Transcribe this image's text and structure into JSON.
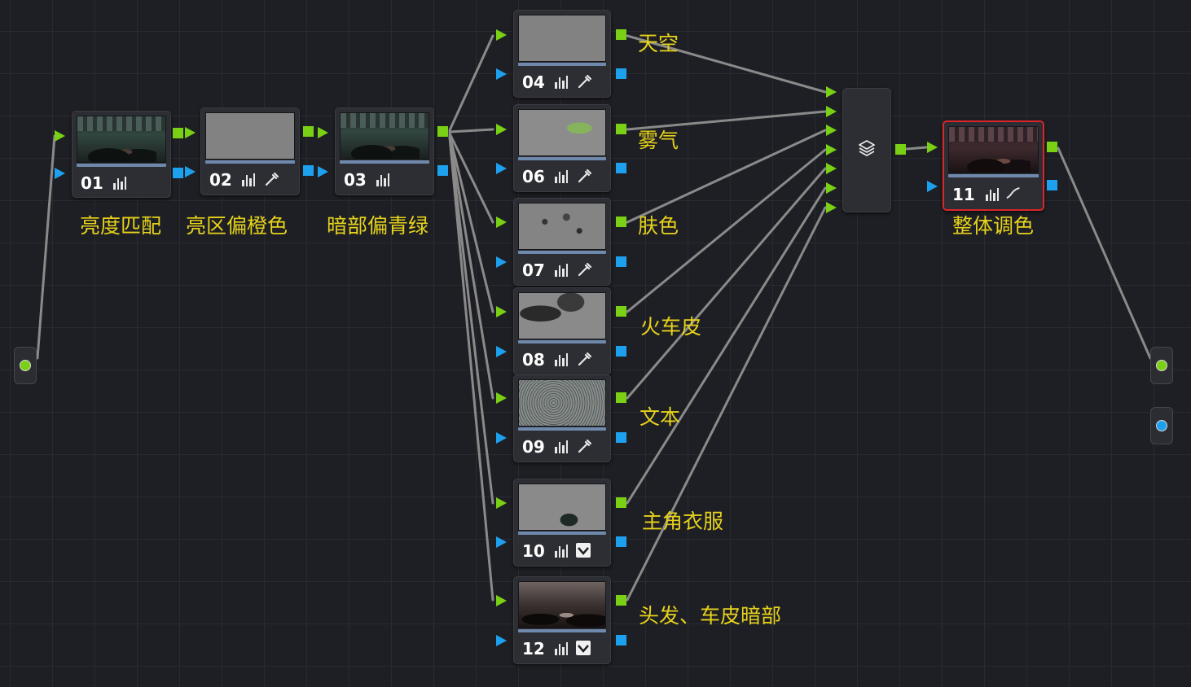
{
  "colors": {
    "background": "#1e1f24",
    "rgb_connector": "#79d014",
    "alpha_connector": "#1da1ef",
    "label": "#e6d21c",
    "wire": "#8a8a8a",
    "selected_border": "#d9262a"
  },
  "nodes": [
    {
      "id": "01",
      "number": "01",
      "label": "亮度匹配",
      "icons": [
        "histogram-icon"
      ],
      "thumbnail": "color-scene"
    },
    {
      "id": "02",
      "number": "02",
      "label": "亮区偏橙色",
      "icons": [
        "histogram-icon",
        "eyedropper-icon"
      ],
      "thumbnail": "gray-matte"
    },
    {
      "id": "03",
      "number": "03",
      "label": "暗部偏青绿",
      "icons": [
        "histogram-icon"
      ],
      "thumbnail": "color-scene"
    },
    {
      "id": "04",
      "number": "04",
      "label": "天空",
      "icons": [
        "histogram-icon",
        "eyedropper-icon"
      ],
      "thumbnail": "gray-matte"
    },
    {
      "id": "06",
      "number": "06",
      "label": "雾气",
      "icons": [
        "histogram-icon",
        "eyedropper-icon"
      ],
      "thumbnail": "gray-matte-green"
    },
    {
      "id": "07",
      "number": "07",
      "label": "肤色",
      "icons": [
        "histogram-icon",
        "eyedropper-icon"
      ],
      "thumbnail": "gray-matte-dots"
    },
    {
      "id": "08",
      "number": "08",
      "label": "火车皮",
      "icons": [
        "histogram-icon",
        "eyedropper-icon"
      ],
      "thumbnail": "gray-matte-dark"
    },
    {
      "id": "09",
      "number": "09",
      "label": "文本",
      "icons": [
        "histogram-icon",
        "eyedropper-icon"
      ],
      "thumbnail": "gray-matte-speck"
    },
    {
      "id": "10",
      "number": "10",
      "label": "主角衣服",
      "icons": [
        "histogram-icon",
        "checkbox-icon"
      ],
      "thumbnail": "gray-matte-blob"
    },
    {
      "id": "12",
      "number": "12",
      "label": "头发、车皮暗部",
      "icons": [
        "histogram-icon",
        "checkbox-icon"
      ],
      "thumbnail": "bw-scene"
    },
    {
      "id": "11",
      "number": "11",
      "label": "整体调色",
      "icons": [
        "histogram-icon",
        "curves-icon"
      ],
      "thumbnail": "red-scene",
      "selected": true
    }
  ],
  "layer_mixer": {
    "icon": "layers-icon",
    "input_count": 7
  },
  "source_input": {
    "icon": "rgb-source-dot"
  },
  "outputs": [
    {
      "icon": "rgb-output-dot"
    },
    {
      "icon": "alpha-output-dot"
    }
  ]
}
